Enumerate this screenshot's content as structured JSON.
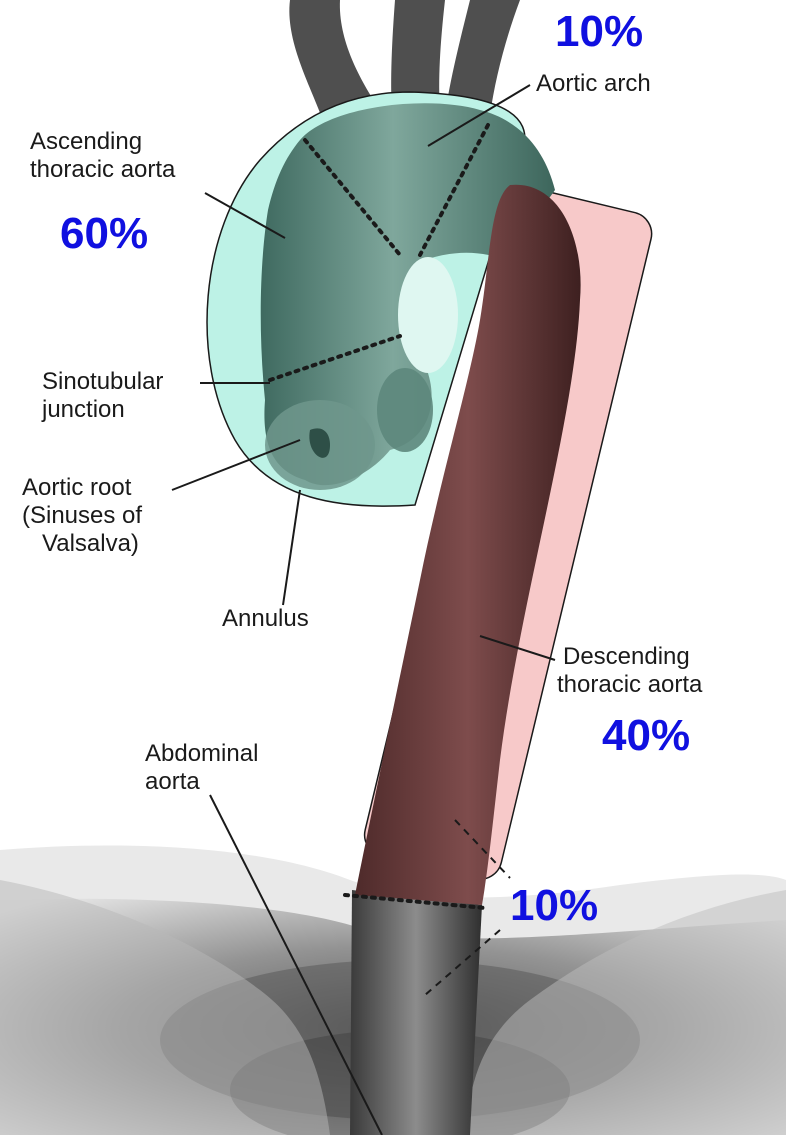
{
  "labels": {
    "aortic_arch": "Aortic arch",
    "ascending": [
      "Ascending",
      "thoracic aorta"
    ],
    "sinotubular": [
      "Sinotubular",
      "junction"
    ],
    "aortic_root": [
      "Aortic root",
      "(Sinuses of",
      "Valsalva)"
    ],
    "annulus": "Annulus",
    "descending": [
      "Descending",
      "thoracic aorta"
    ],
    "abdominal": [
      "Abdominal",
      "aorta"
    ]
  },
  "percentages": {
    "arch": "10%",
    "ascending": "60%",
    "descending": "40%",
    "abdominal": "10%"
  },
  "colors": {
    "percent_text": "#1010e0",
    "ascending_region": "#bdf2e6",
    "descending_region": "#f7c9c9",
    "aorta_ascending": "#5f8b80",
    "aorta_descending": "#6a3c3c",
    "abdominal_aorta": "#6a6a6a"
  }
}
